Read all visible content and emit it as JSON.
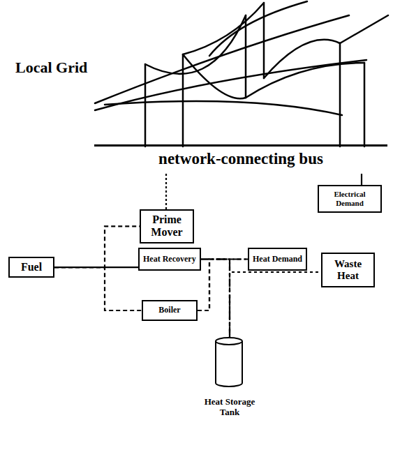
{
  "diagram": {
    "nodes": [
      {
        "text": [
          "network-connecting bus"
        ]
      },
      {
        "text": [
          "Electrical Demand"
        ]
      },
      {
        "text": [
          "Prime Mover"
        ]
      },
      {
        "text": [
          "Fuel"
        ]
      },
      {
        "text": [
          "Heat Recovery"
        ]
      },
      {
        "text": [
          "Heat Demand"
        ]
      },
      {
        "text": [
          "Waste Heat"
        ]
      },
      {
        "text": [
          "Boiler"
        ]
      },
      {
        "text": [
          "Heat Storage Tank"
        ]
      }
    ],
    "edges": [
      {
        "from": 0,
        "to": 2,
        "arrow": "none"
      },
      {
        "from": 0,
        "to": 1,
        "arrow": "none"
      },
      {
        "from": 3,
        "to": 2,
        "arrow": "none"
      },
      {
        "from": 3,
        "to": 4,
        "arrow": "none"
      },
      {
        "from": 3,
        "to": 7,
        "arrow": "none"
      },
      {
        "from": 4,
        "to": 5,
        "arrow": "none"
      },
      {
        "from": 7,
        "to": 5,
        "arrow": "none"
      },
      {
        "from": 4,
        "to": 8,
        "arrow": "none"
      },
      {
        "from": 7,
        "to": 8,
        "arrow": "none"
      },
      {
        "from": 8,
        "to": 6,
        "arrow": "none"
      }
    ],
    "labels": [
      "Local Grid"
    ]
  }
}
